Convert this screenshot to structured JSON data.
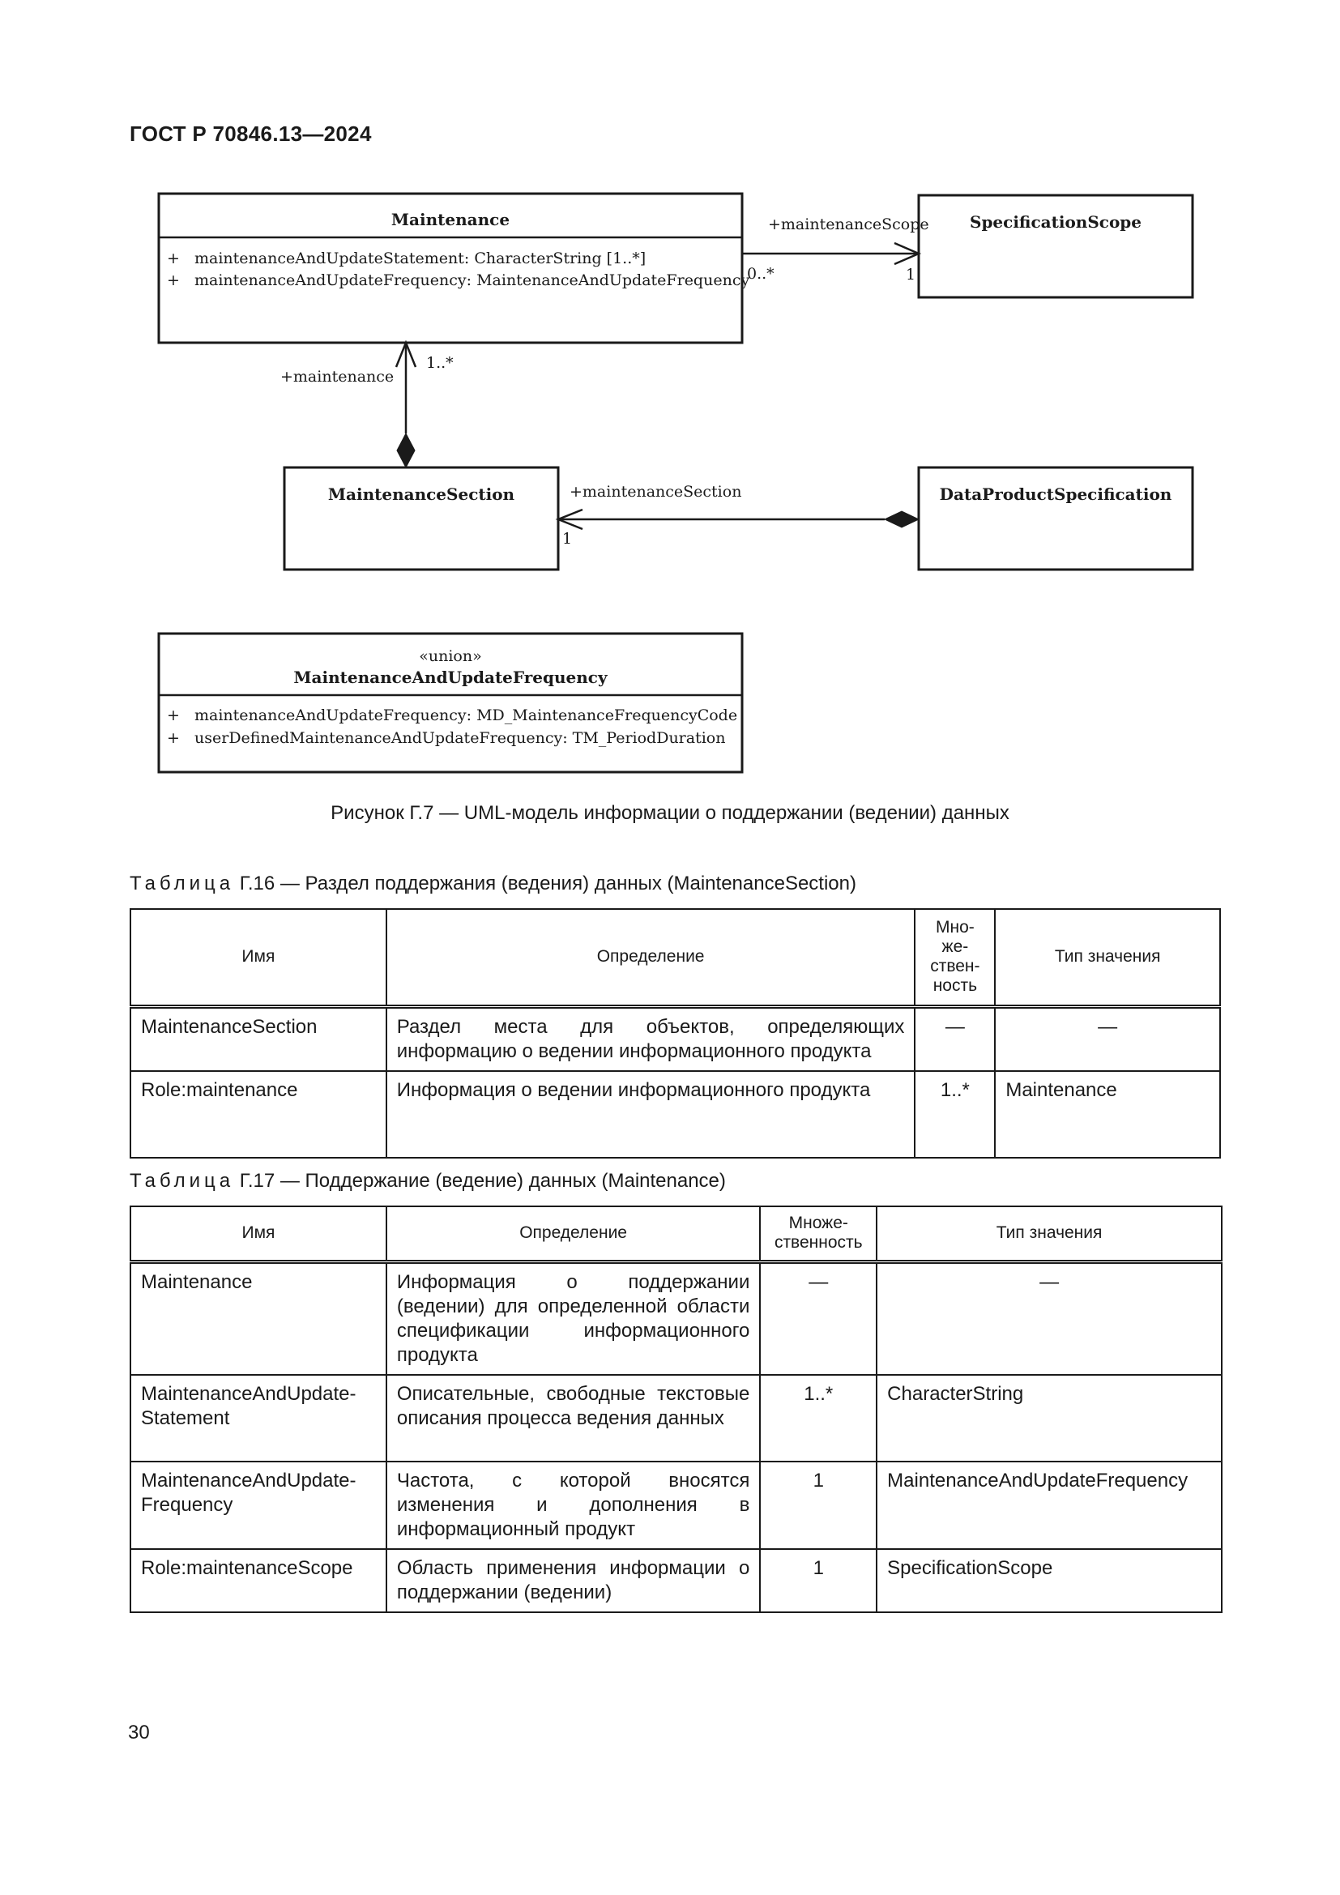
{
  "document": {
    "header": "ГОСТ Р 70846.13—2024",
    "page_number": "30"
  },
  "diagram": {
    "classes": {
      "maintenance": {
        "name": "Maintenance",
        "attributes": [
          {
            "vis": "+",
            "text": "maintenanceAndUpdateStatement: CharacterString [1..*]"
          },
          {
            "vis": "+",
            "text": "maintenanceAndUpdateFrequency: MaintenanceAndUpdateFrequency"
          }
        ]
      },
      "specification_scope": {
        "name": "SpecificationScope"
      },
      "maintenance_section": {
        "name": "MaintenanceSection"
      },
      "data_product_specification": {
        "name": "DataProductSpecification"
      },
      "frequency_union": {
        "stereotype": "«union»",
        "name": "MaintenanceAndUpdateFrequency",
        "attributes": [
          {
            "vis": "+",
            "text": "maintenanceAndUpdateFrequency: MD_MaintenanceFrequencyCode"
          },
          {
            "vis": "+",
            "text": "userDefinedMaintenanceAndUpdateFrequency: TM_PeriodDuration"
          }
        ]
      }
    },
    "associations": {
      "scope": {
        "role": "+maintenanceScope",
        "source_mult": "0..*",
        "target_mult": "1"
      },
      "maintenance": {
        "role": "+maintenance",
        "mult": "1..*"
      },
      "section": {
        "role": "+maintenanceSection",
        "mult": "1"
      }
    },
    "caption": "Рисунок Г.7 — UML-модель информации о поддержании (ведении) данных"
  },
  "table16": {
    "caption_prefix": "Таблица",
    "caption_rest": " Г.16 — Раздел поддержания (ведения) данных (MaintenanceSection)",
    "headers": [
      "Имя",
      "Определение",
      "Мно-\nже-\nствен-\nность",
      "Тип значения"
    ],
    "rows": [
      [
        "MaintenanceSection",
        "Раздел места для объектов, определяющих информацию о ведении информационного продукта",
        "—",
        "—"
      ],
      [
        "Role:maintenance",
        "Информация о ведении информационного продукта",
        "1..*",
        "Maintenance"
      ]
    ]
  },
  "table17": {
    "caption_prefix": "Таблица",
    "caption_rest": " Г.17 — Поддержание (ведение) данных (Maintenance)",
    "headers": [
      "Имя",
      "Определение",
      "Множе-\nственность",
      "Тип значения"
    ],
    "rows": [
      [
        "Maintenance",
        "Информация о поддержании (ведении) для определенной области спецификации информационного продукта",
        "—",
        "—"
      ],
      [
        "MaintenanceAndUpdate-\nStatement",
        "Описательные, свободные текстовые описания процесса ведения данных",
        "1..*",
        "CharacterString"
      ],
      [
        "MaintenanceAndUpdate-\nFrequency",
        "Частота, с которой вносятся изменения и дополнения в информационный продукт",
        "1",
        "MaintenanceAndUpdateFrequency"
      ],
      [
        "Role:maintenanceScope",
        "Область применения информации о поддержании (ведении)",
        "1",
        "SpecificationScope"
      ]
    ]
  }
}
